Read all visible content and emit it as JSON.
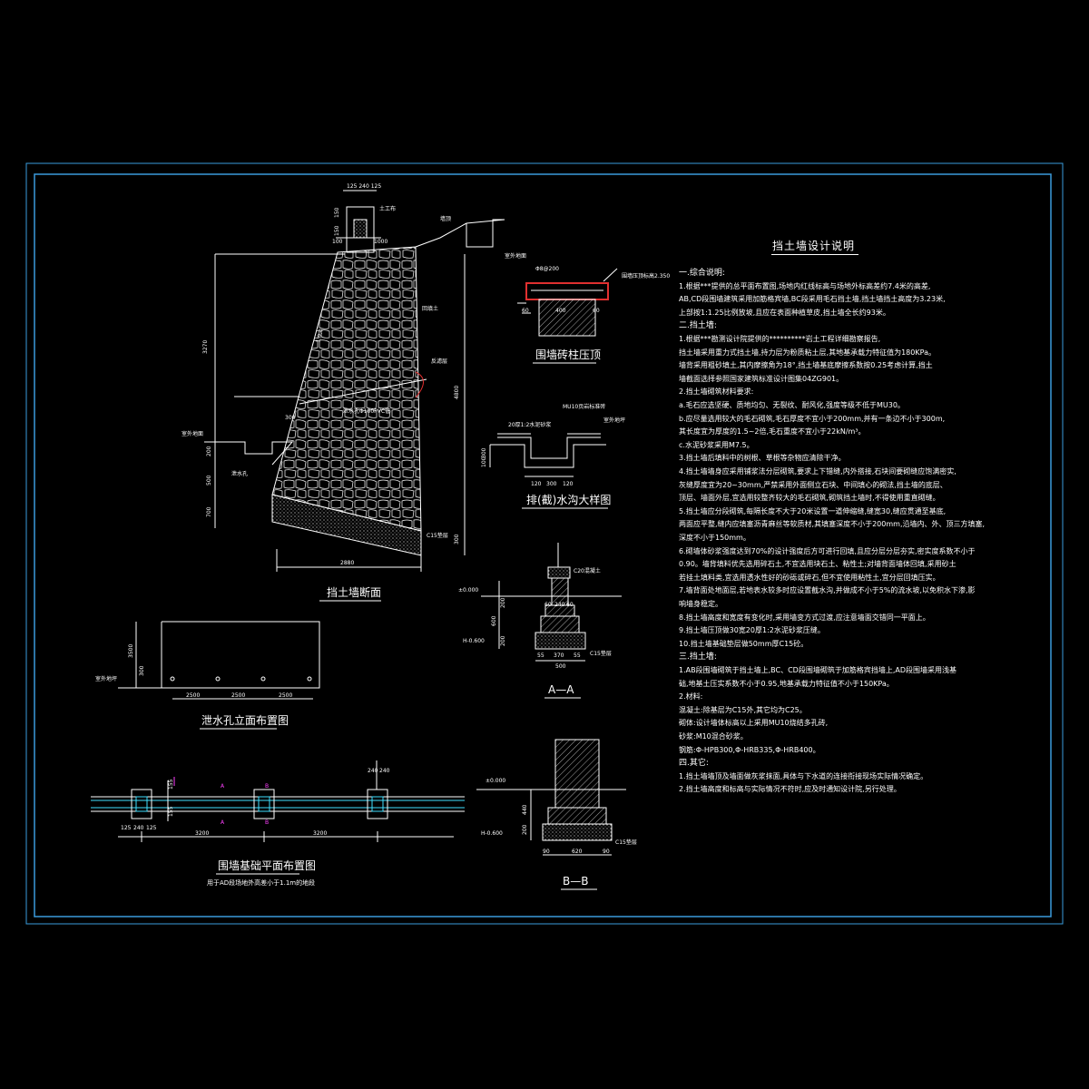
{
  "drawing": {
    "colors": {
      "background": "#000000",
      "frame": "#3a9bdc",
      "line": "#ffffff",
      "accent": "#e03030",
      "magenta": "#ff40ff",
      "cyan": "#40e0ff",
      "hatch": "#c8c8c8"
    }
  },
  "views": {
    "retaining_wall_section": {
      "title": "挡土墙断面",
      "dims": {
        "top_total": "125 240 125",
        "left_height": "3270",
        "right_height": "4800",
        "bottom_width": "2880",
        "step_300": "300",
        "d150a": "150",
        "d150b": "150",
        "d100": "100",
        "d1000": "1000",
        "d200": "200",
        "d500": "500",
        "d700": "700",
        "d300": "300",
        "slope": "1:0.4"
      },
      "labels": {
        "c15": "C15垫层",
        "geotextile": "土工布",
        "drain": "泄水孔",
        "fill": "回填土",
        "ground": "室外地面",
        "wall_top": "墙顶",
        "drain_note": "泄水孔Φ100PVC管",
        "filter": "反滤层"
      }
    },
    "pillar_top": {
      "title": "围墙砖柱压顶",
      "labels": {
        "top": "Φ8@200",
        "elev": "围墙压顶标高2.350"
      },
      "dims": [
        "60",
        "400",
        "60"
      ]
    },
    "drain_ditch": {
      "title": "排(截)水沟大样图",
      "labels": {
        "cover": "MU10页岩标准砖",
        "mortar": "20厚1:2水泥砂浆",
        "ground": "室外地坪"
      },
      "dims": [
        "120",
        "300",
        "120",
        "300",
        "100"
      ]
    },
    "section_aa": {
      "title": "A—A",
      "labels": {
        "cap": "C20混凝土",
        "c15": "C15垫层",
        "elev_ground": "±0.000",
        "elev_bottom": "H-0.600"
      },
      "dims": [
        "60",
        "240",
        "60",
        "370",
        "500",
        "55",
        "55",
        "600",
        "200",
        "200"
      ]
    },
    "section_bb": {
      "title": "B—B",
      "labels": {
        "c15": "C15垫层",
        "elev_ground": "±0.000",
        "elev_bottom": "H-0.600"
      },
      "dims": [
        "90",
        "620",
        "90",
        "440",
        "200"
      ]
    },
    "weep_hole_elevation": {
      "title": "泄水孔立面布置图",
      "labels": {
        "ground": "室外地坪"
      },
      "dims": [
        "2500",
        "2500",
        "2500",
        "3500",
        "300"
      ]
    },
    "foundation_plan": {
      "title": "围墙基础平面布置图",
      "subtitle": "用于AD段场地外高差小于1.1m的地段",
      "labels": {
        "a": "A",
        "b": "B"
      },
      "dims": [
        "3200",
        "3200",
        "240",
        "240",
        "155",
        "155",
        "125",
        "240",
        "125"
      ]
    }
  },
  "notes": {
    "title": "挡土墙设计说明",
    "lines": [
      {
        "k": "h",
        "text": "一.综合说明:"
      },
      {
        "k": "t",
        "text": "  1.根据***提供的总平面布置图,场地内红线标高与场地外标高差约7.4米的高差,"
      },
      {
        "k": "t",
        "text": "    AB,CD段围墙建筑采用加筋格宾墙,BC段采用毛石挡土墙,挡土墙挡土高度为3.23米,"
      },
      {
        "k": "t",
        "text": "    上部按1:1.25比例放坡,且应在表面种植草皮,挡土墙全长约93米。"
      },
      {
        "k": "h",
        "text": "二.挡土墙:"
      },
      {
        "k": "t",
        "text": "1.根据***勘测设计院提供的**********岩土工程详细勘察报告,"
      },
      {
        "k": "t",
        "text": "  挡土墙采用重力式挡土墙,持力层为粉质粘土层,其地基承载力特征值为180KPa。"
      },
      {
        "k": "t",
        "text": "  墙背采用粗砂填土,其内摩擦角为18°,挡土墙基底摩擦系数按0.25考虑计算,挡土"
      },
      {
        "k": "t",
        "text": "  墙截面选择参照国家建筑标准设计图集04ZG901。"
      },
      {
        "k": "t",
        "text": "2.挡土墙砌筑材料要求:"
      },
      {
        "k": "t",
        "text": "  a.毛石应选坚硬、质地均匀、无裂纹、耐风化,强度等级不低于MU30。"
      },
      {
        "k": "t",
        "text": "  b.应尽量选用较大的毛石砌筑,毛石厚度不宜小于200mm,并有一条边不小于300m,"
      },
      {
        "k": "t",
        "text": "     其长度宜为厚度的1.5~2倍,毛石重度不宜小于22kN/m³。"
      },
      {
        "k": "t",
        "text": "  c.水泥砂浆采用M7.5。"
      },
      {
        "k": "t",
        "text": "3.挡土墙后填料中的树根、草根等杂物应清除干净。"
      },
      {
        "k": "t",
        "text": "4.挡土墙墙身应采用铺浆法分层砌筑,要求上下错缝,内外搭接,石块间要砌缝应饱满密实,"
      },
      {
        "k": "t",
        "text": "  灰缝厚度宜为20~30mm,严禁采用外面侧立石块、中间填心的砌法,挡土墙的底层、"
      },
      {
        "k": "t",
        "text": "  顶层、墙面外层,宜选用较整齐较大的毛石砌筑,砌筑挡土墙时,不得使用重直砌缝。"
      },
      {
        "k": "t",
        "text": "5.挡土墙应分段砌筑,每隔长度不大于20米设置一道伸缩缝,缝宽30,缝应贯通至基底,"
      },
      {
        "k": "t",
        "text": "  两面应平整,缝内应填塞沥青麻丝等软质材,其填塞深度不小于200mm,沿墙内、外、顶三方填塞,"
      },
      {
        "k": "t",
        "text": "  深度不小于150mm。"
      },
      {
        "k": "t",
        "text": "6.砌墙体砂浆强度达到70%的设计强度后方可进行回填,且应分层分层夯实,密实度系数不小于"
      },
      {
        "k": "t",
        "text": "  0.90。墙背填料优先选用碎石土,不宜选用块石土、粘性土;对墙背面墙体回填,采用砂土"
      },
      {
        "k": "t",
        "text": "  若挂土填料类,宜选用透水性好的砂砾或碎石,但不宜使用粘性土,宜分层回填压实。"
      },
      {
        "k": "t",
        "text": "7.墙背面处地面层,若地表水较多时应设置截水沟,并做成不小于5%的流水坡,以免积水下渗,影"
      },
      {
        "k": "t",
        "text": "  响墙身稳定。"
      },
      {
        "k": "t",
        "text": "8.挡土墙高度和宽度有变化时,采用墙变方式过渡,应注意墙面交错同一平面上。"
      },
      {
        "k": "t",
        "text": "9.挡土墙压顶做30宽20厚1:2水泥砂浆压缝。"
      },
      {
        "k": "t",
        "text": "10.挡土墙基础垫层做50mm厚C15砼。"
      },
      {
        "k": "h",
        "text": "三.挡土墙:"
      },
      {
        "k": "t",
        "text": "1.AB段围墙砌筑于挡土墙上,BC、CD段围墙砌筑于加筋格宾挡墙上,AD段围墙采用浅基"
      },
      {
        "k": "t",
        "text": "  础,地基土压实系数不小于0.95,地基承载力特征值不小于150KPa。"
      },
      {
        "k": "t",
        "text": "2.材料:"
      },
      {
        "k": "t",
        "text": "  混凝土:除基层为C15外,其它均为C25。"
      },
      {
        "k": "t",
        "text": "  砌体:设计墙体标高以上采用MU10烧结多孔砖,"
      },
      {
        "k": "t",
        "text": "  砂浆:M10混合砂浆。"
      },
      {
        "k": "t",
        "text": "  钢筋:Φ-HPB300,Φ-HRB335,Φ-HRB400。"
      },
      {
        "k": "h",
        "text": "四.其它:"
      },
      {
        "k": "t",
        "text": "1.挡土墙墙顶及墙面做灰浆抹面,具体与下水道的连接衔接现场实际情况确定。"
      },
      {
        "k": "t",
        "text": "2.挡土墙高度和标高与实际情况不符时,应及时通知设计院,另行处理。"
      }
    ]
  }
}
